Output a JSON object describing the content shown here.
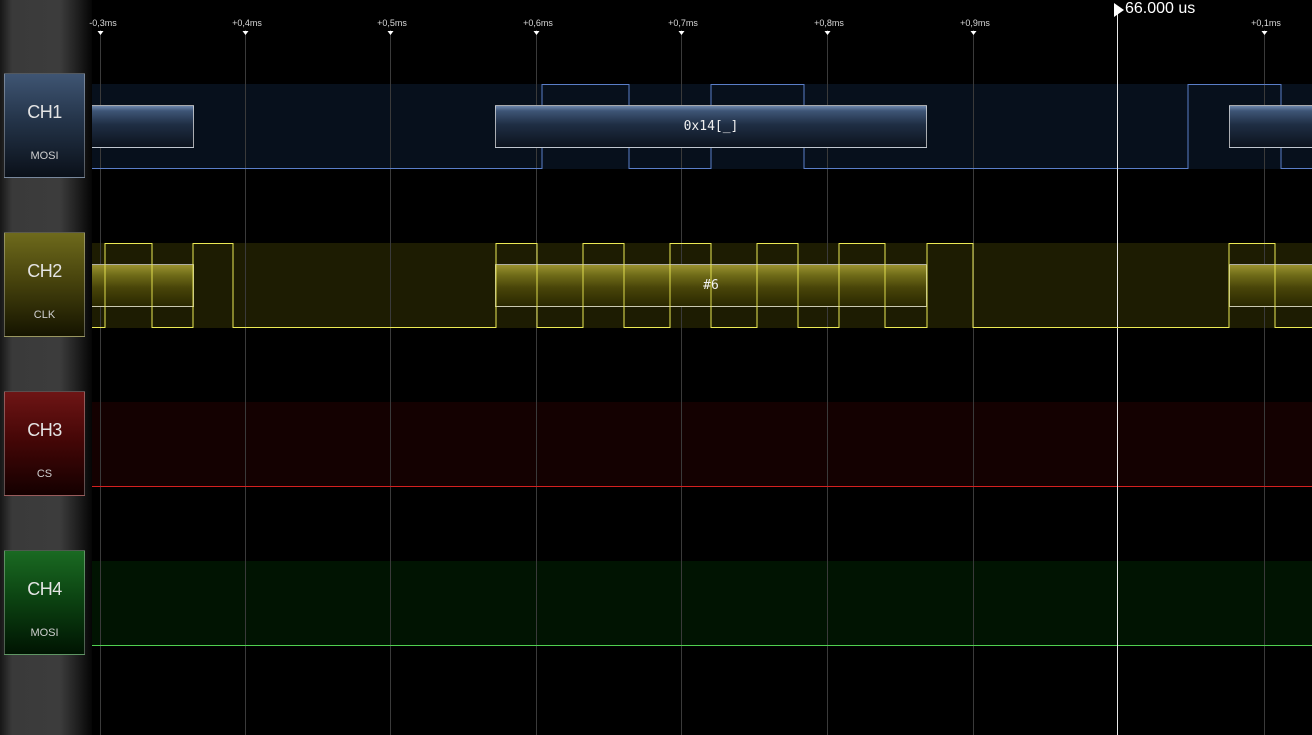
{
  "colors": {
    "ch1": "#5a7ec8",
    "ch2": "#ecea54",
    "ch3": "#d42020",
    "ch4": "#50d050"
  },
  "channels": [
    {
      "id": "ch1",
      "name": "CH1",
      "signal": "MOSI"
    },
    {
      "id": "ch2",
      "name": "CH2",
      "signal": "CLK"
    },
    {
      "id": "ch3",
      "name": "CH3",
      "signal": "CS"
    },
    {
      "id": "ch4",
      "name": "CH4",
      "signal": "MOSI"
    }
  ],
  "timeline": {
    "ticks": [
      "-0,3ms",
      "+0,4ms",
      "+0,5ms",
      "+0,6ms",
      "+0,7ms",
      "+0,8ms",
      "+0,9ms",
      "+0,1ms"
    ],
    "cursor": {
      "label": "66.000 us"
    }
  },
  "decoded": {
    "ch1_main": "0x14[_]",
    "ch2_main": "#6"
  }
}
